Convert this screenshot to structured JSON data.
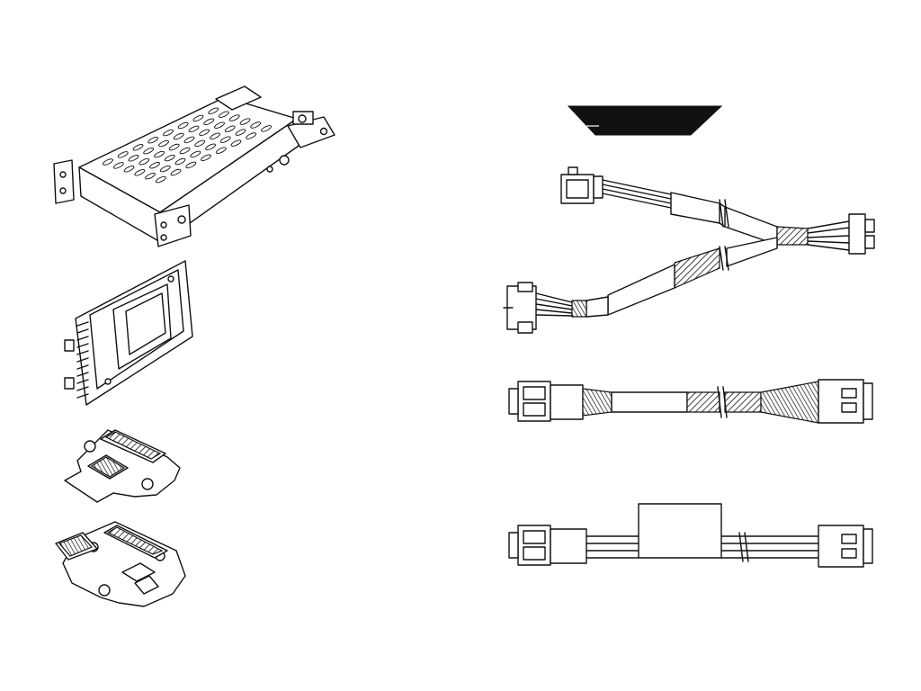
{
  "diagram": {
    "components": [
      "m2-drive-cage",
      "drive-carrier-tray",
      "m2-adapter-board-a",
      "m2-adapter-board-b",
      "black-label-trapezoid",
      "y-split-power-cable",
      "braided-signal-cable",
      "ribbon-power-cable"
    ]
  }
}
